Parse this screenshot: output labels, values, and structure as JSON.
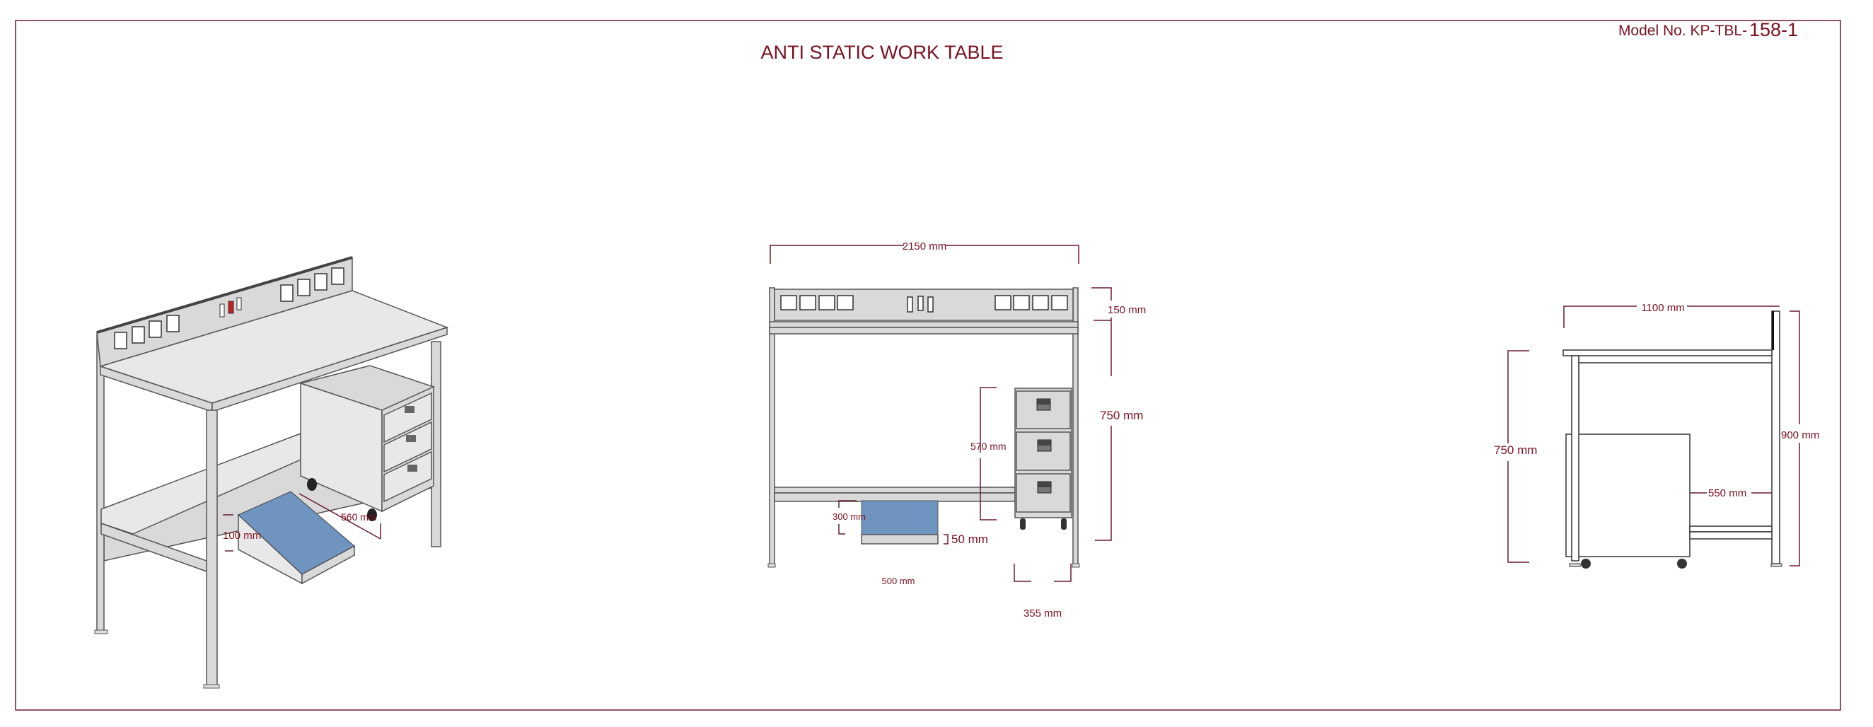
{
  "header": {
    "title": "ANTI STATIC WORK TABLE",
    "model_prefix": "Model No. KP-TBL-",
    "model_number": "158-1"
  },
  "isometric_view": {
    "dims": {
      "cabinet_depth": "560 mm",
      "footrest_height": "100 mm"
    }
  },
  "front_view": {
    "dims": {
      "width": "2150 mm",
      "panel_height": "150 mm",
      "table_height": "750 mm",
      "cabinet_height": "570 mm",
      "footrest_clearance": "300 mm",
      "footrest_width": "500 mm",
      "footrest_thickness": "50 mm",
      "cabinet_width": "355 mm"
    }
  },
  "side_view": {
    "dims": {
      "depth": "1100 mm",
      "table_height": "750 mm",
      "total_height": "900 mm",
      "cabinet_gap": "550 mm"
    }
  },
  "colors": {
    "accent": "#7a1020",
    "footrest": "#7094c0",
    "frame": "#d9d9d9"
  }
}
